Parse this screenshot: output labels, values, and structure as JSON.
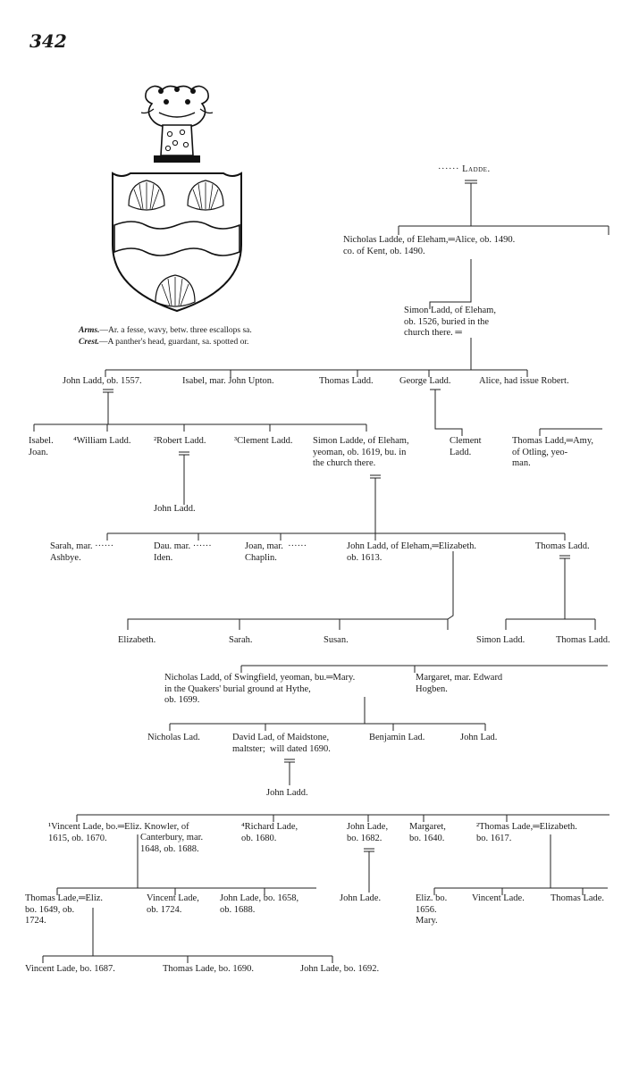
{
  "page_number": "342",
  "arms": {
    "crest_icon": "panther-head-crest-icon",
    "shield_icon": "shield-fesse-escallops-icon",
    "caption_arms_label": "Arms.",
    "caption_arms_text": "—Ar. a fesse, wavy, betw. three escallops sa.",
    "caption_crest_label": "Crest.",
    "caption_crest_text": "—A panther's head, guardant, sa. spotted or."
  },
  "tree": {
    "g1": {
      "ladde": "······ Ladde."
    },
    "g2": {
      "nicholas": "Nicholas Ladde, of Eleham,═Alice, ob. 1490.\nco. of Kent, ob. 1490."
    },
    "g3": {
      "simon": "Simon Ladd, of Eleham,\nob. 1526, buried in the\nchurch there. ═"
    },
    "g4": {
      "john": "John Ladd, ob. 1557.",
      "isabel": "Isabel, mar. John Upton.",
      "thomas": "Thomas Ladd.",
      "george": "George Ladd.",
      "alice": "Alice, had issue Robert."
    },
    "g5": {
      "isabel_joan": "Isabel.\nJoan.",
      "william": "⁴William Ladd.",
      "robert": "²Robert Ladd.",
      "clement": "³Clement Ladd.",
      "simon": "Simon Ladde, of Eleham,\nyeoman, ob. 1619, bu. in\nthe church there.",
      "clement2": "Clement\nLadd.",
      "thomas": "Thomas Ladd,═Amy,\nof Otling, yeo-\nman.",
      "john_ladd": "John Ladd."
    },
    "g6": {
      "sarah": "Sarah, mar. ······\nAshbye.",
      "dau": "Dau. mar. ······\nIden.",
      "joan": "Joan, mar.  ······\nChaplin.",
      "john": "John Ladd, of Eleham,═Elizabeth.\nob. 1613.",
      "thomas": "Thomas Ladd."
    },
    "g7": {
      "elizabeth": "Elizabeth.",
      "sarah": "Sarah.",
      "susan": "Susan.",
      "simon": "Simon Ladd.",
      "thomas": "Thomas Ladd."
    },
    "g8": {
      "nicholas": "Nicholas Ladd, of Swingfield, yeoman, bu.═Mary.\nin the Quakers' burial ground at Hythe,\nob. 1699.",
      "margaret": "Margaret, mar. Edward\nHogben."
    },
    "g9": {
      "nicholas": "Nicholas Lad.",
      "david": "David Lad, of Maidstone,\nmaltster;  will dated 1690.",
      "benjamin": "Benjamin Lad.",
      "john": "John Lad.",
      "john_ladd": "John Ladd."
    },
    "g10": {
      "vincent": "¹Vincent Lade, bo.═Eliz. Knowler, of\n1615, ob. 1670.",
      "eliz_knowler": "Canterbury, mar.\n1648, ob. 1688.",
      "richard": "⁴Richard Lade,\nob. 1680.",
      "john": "John Lade,\nbo. 1682.",
      "margaret": "Margaret,\nbo. 1640.",
      "thomas": "²Thomas Lade,═Elizabeth.\nbo. 1617."
    },
    "g11": {
      "thomas": "Thomas Lade,═Eliz.\nbo. 1649, ob.\n1724.",
      "vincent": "Vincent Lade,\nob. 1724.",
      "john": "John Lade, bo. 1658,\nob. 1688.",
      "john_lade": "John Lade.",
      "eliz": "Eliz. bo.\n1656.\nMary.",
      "vincent2": "Vincent Lade.",
      "thomas2": "Thomas Lade."
    },
    "g12": {
      "vincent": "Vincent Lade, bo. 1687.",
      "thomas": "Thomas Lade, bo. 1690.",
      "john": "John Lade, bo. 1692."
    }
  }
}
